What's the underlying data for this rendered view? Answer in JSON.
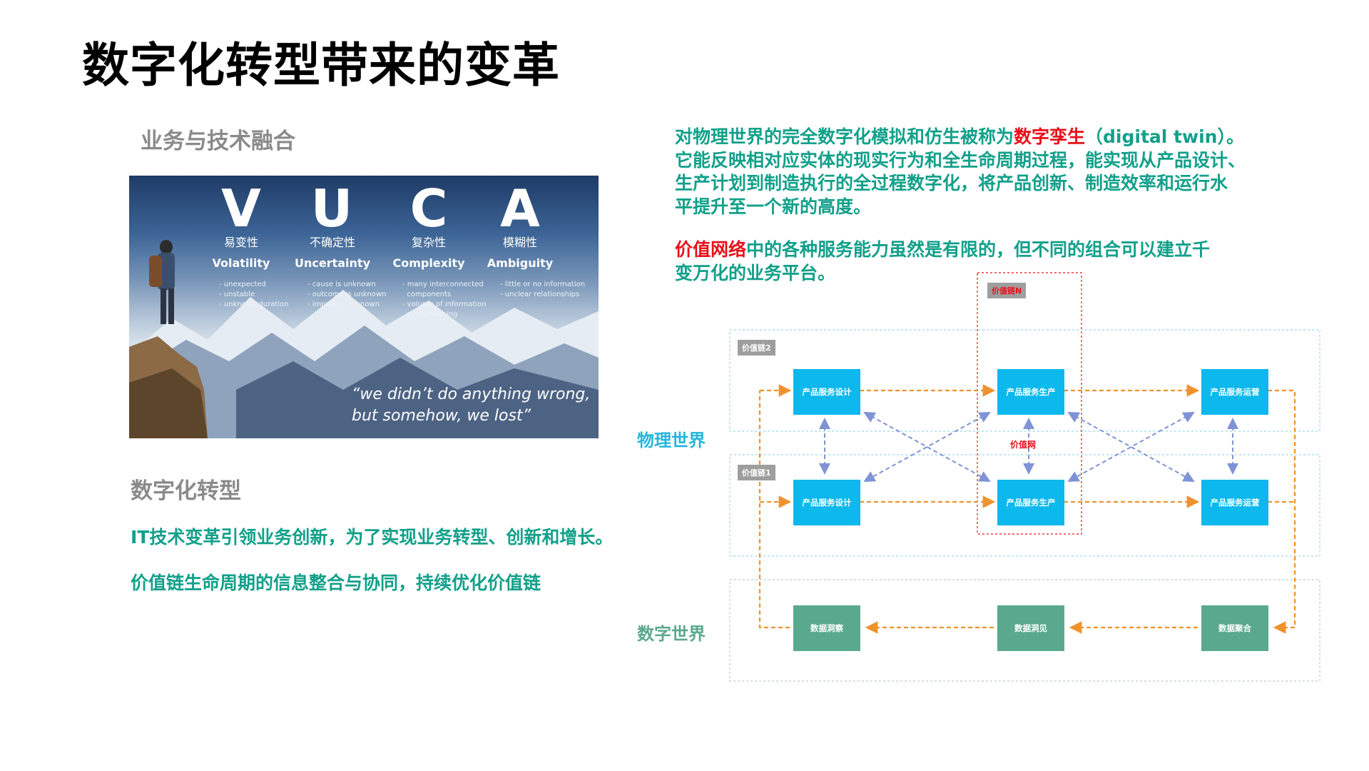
{
  "title": "数字化转型带来的变革",
  "vuca_section": {
    "heading": "业务与技术融合",
    "letters": [
      "V",
      "U",
      "C",
      "A"
    ],
    "items": [
      {
        "cn": "易变性",
        "en": "Volatility",
        "bullets": [
          "- unexpected",
          "- unstable",
          "- unknown duration"
        ]
      },
      {
        "cn": "不确定性",
        "en": "Uncertainty",
        "bullets": [
          "- cause is unknown",
          "- outcome is unknown",
          "- impact is unknown"
        ]
      },
      {
        "cn": "复杂性",
        "en": "Complexity",
        "bullets": [
          "- many interconnected",
          "  components",
          "- volume of information",
          "  overwhelming"
        ]
      },
      {
        "cn": "模糊性",
        "en": "Ambiguity",
        "bullets": [
          "- little or no information",
          "- unclear relationships"
        ]
      }
    ],
    "quote_line1": "“we didn’t do anything wrong,",
    "quote_line2": "but somehow, we lost”"
  },
  "transformation": {
    "heading": "数字化转型",
    "bullet1": "IT技术变革引领业务创新，为了实现业务转型、创新和增长。",
    "bullet2": "价值链生命周期的信息整合与协同，持续优化价值链"
  },
  "digital_twin": {
    "line1_a": "对物理世界的完全数字化模拟和仿生被称为",
    "line1_highlight": "数字孪生",
    "line1_b": "（digital twin）。",
    "line2": "它能反映相对应实体的现实行为和全生命周期过程，能实现从产品设计、",
    "line3": "生产计划到制造执行的全过程数字化，将产品创新、制造效率和运行水",
    "line4": "平提升至一个新的高度。"
  },
  "value_network": {
    "line1_highlight": "价值网络",
    "line1_b": "中的各种服务能力虽然是有限的，但不同的组合可以建立千",
    "line2": "变万化的业务平台。"
  },
  "diagram": {
    "physical_world": "物理世界",
    "digital_world": "数字世界",
    "chain_n": "价值链N",
    "chain_2": "价值链2",
    "chain_1": "价值链1",
    "value_net": "价值网",
    "row2": [
      "产品服务设计",
      "产品服务生产",
      "产品服务运营"
    ],
    "row1": [
      "产品服务设计",
      "产品服务生产",
      "产品服务运营"
    ],
    "data_row": [
      "数据洞察",
      "数据洞见",
      "数据聚合"
    ],
    "colors": {
      "blue_node": "#0cb8ec",
      "green_node": "#5aa98e",
      "orange_arrow": "#f0922b",
      "purple_arrow": "#7f93d6",
      "red_box": "#e8101a"
    }
  }
}
